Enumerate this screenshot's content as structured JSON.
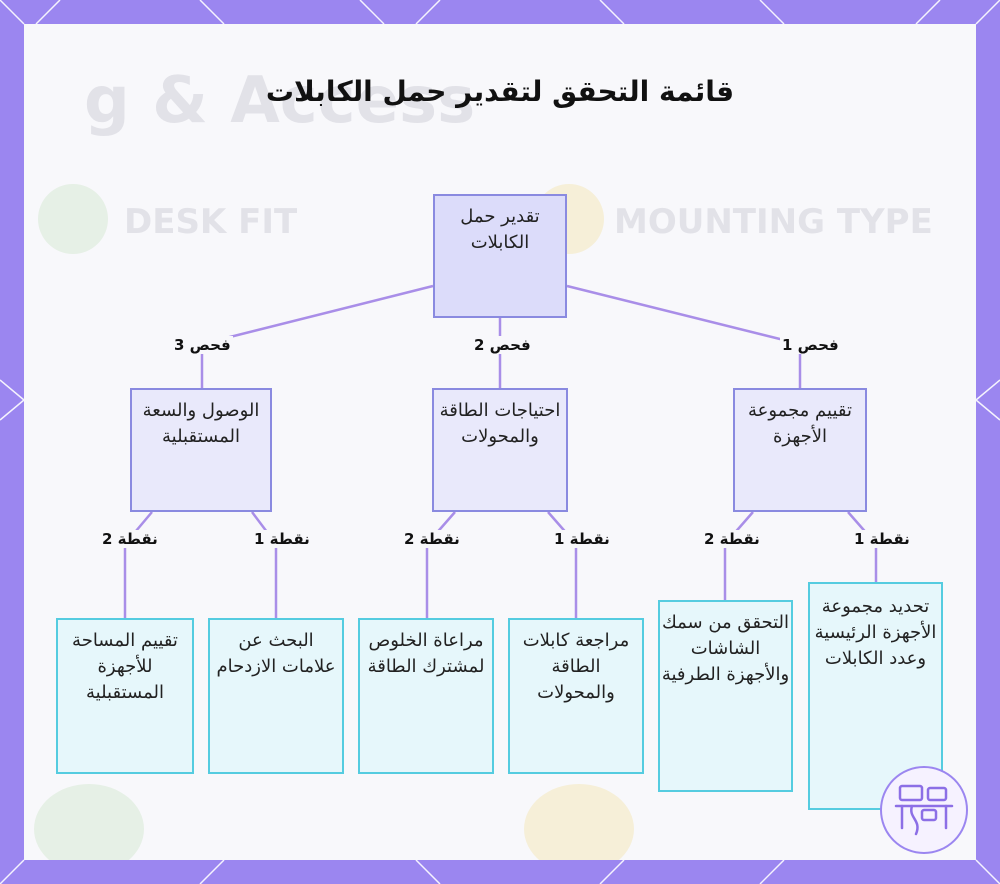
{
  "title": "قائمة التحقق لتقدير حمل الكابلات",
  "background_text": {
    "heading": "g & Access",
    "left_label": "DESK FIT",
    "right_label": "MOUNTING TYPE"
  },
  "root": {
    "label": "تقدير حمل الكابلات"
  },
  "checks": [
    {
      "edge_label": "فحص 1",
      "label": "تقييم مجموعة الأجهزة",
      "points": [
        {
          "edge_label": "نقطة 1",
          "label": "تحديد مجموعة الأجهزة الرئيسية وعدد الكابلات"
        },
        {
          "edge_label": "نقطة 2",
          "label": "التحقق من سمك الشاشات والأجهزة الطرفية"
        }
      ]
    },
    {
      "edge_label": "فحص 2",
      "label": "احتياجات الطاقة والمحولات",
      "points": [
        {
          "edge_label": "نقطة 1",
          "label": "مراجعة كابلات الطاقة والمحولات"
        },
        {
          "edge_label": "نقطة 2",
          "label": "مراعاة الخلوص لمشترك الطاقة"
        }
      ]
    },
    {
      "edge_label": "فحص 3",
      "label": "الوصول والسعة المستقبلية",
      "points": [
        {
          "edge_label": "نقطة 1",
          "label": "البحث عن علامات الازدحام"
        },
        {
          "edge_label": "نقطة 2",
          "label": "تقييم المساحة للأجهزة المستقبلية"
        }
      ]
    }
  ],
  "colors": {
    "frame": "#9b86f0",
    "root_fill": "#dcdcfa",
    "level1_fill": "#e9e9fb",
    "leaf_fill": "#e6f7fb",
    "leaf_border": "#55cce0",
    "connector": "#a98ee8"
  },
  "icons": [
    "desk-logo-icon"
  ]
}
